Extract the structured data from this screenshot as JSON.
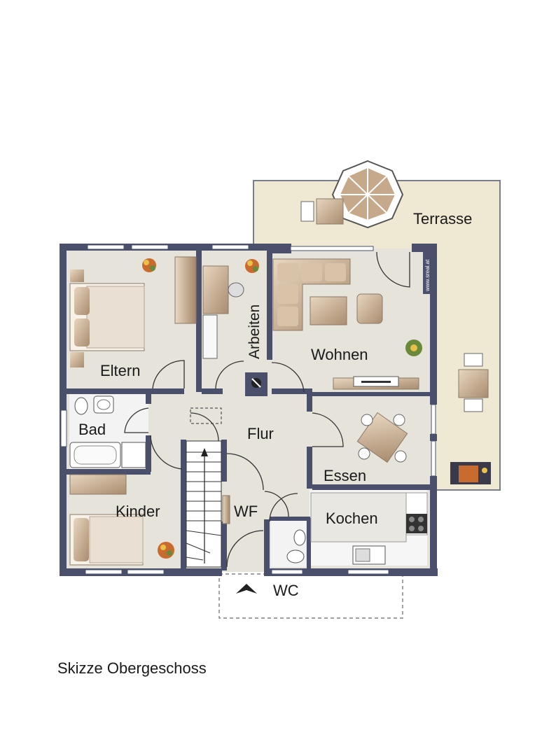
{
  "title": "Skizze Obergeschoss",
  "watermark": "www.sreal.at",
  "rooms": {
    "terrasse": "Terrasse",
    "eltern": "Eltern",
    "arbeiten": "Arbeiten",
    "wohnen": "Wohnen",
    "bad": "Bad",
    "flur": "Flur",
    "essen": "Essen",
    "kinder": "Kinder",
    "wf": "WF",
    "kochen": "Kochen",
    "wc": "WC"
  },
  "colors": {
    "wall": "#4a4f6b",
    "floor": "#e6e3db",
    "terrace": "#efe8d2",
    "furniture": "#c9b39a",
    "window": "#ffffff"
  }
}
